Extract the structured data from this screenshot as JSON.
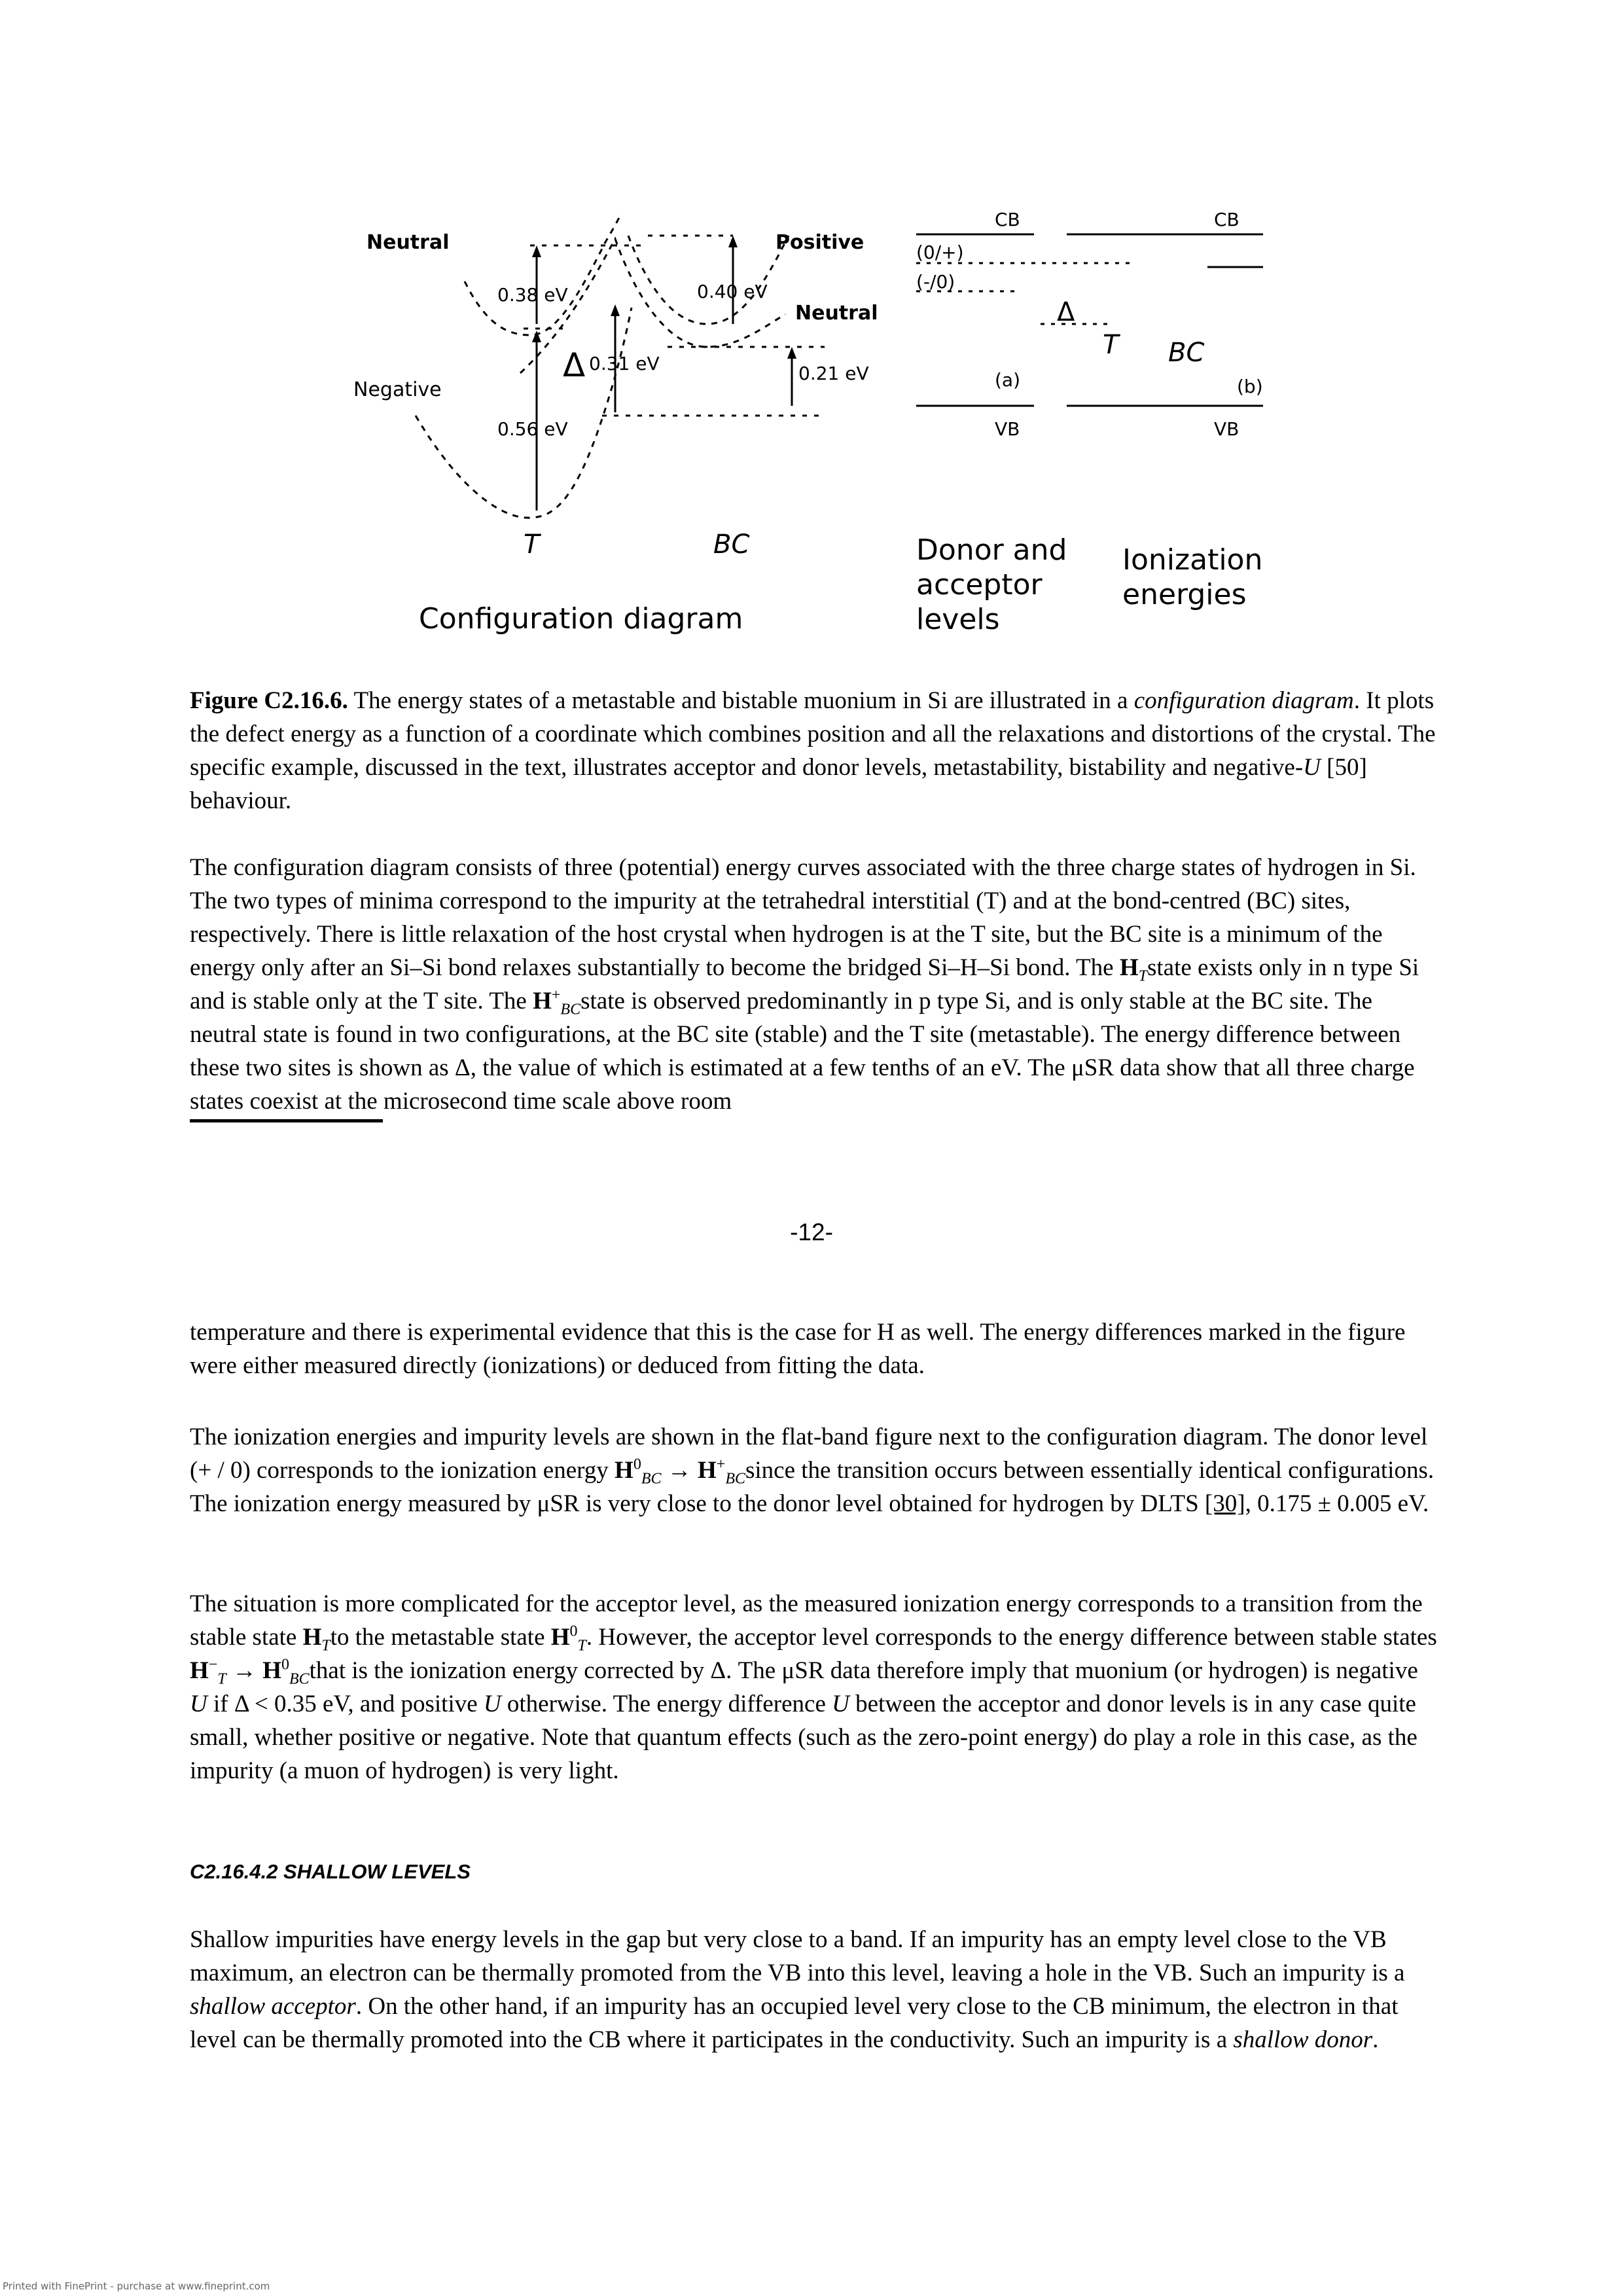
{
  "figure": {
    "config": {
      "neutral_left": "Neutral",
      "negative": "Negative",
      "positive": "Positive",
      "neutral_right": "Neutral",
      "e_038": "0.38 eV",
      "e_040": "0.40 eV",
      "e_031": "0.31 eV",
      "e_021": "0.21 eV",
      "e_056": "0.56 eV",
      "delta": "Δ",
      "site_T": "T",
      "site_BC": "BC",
      "title": "Configuration diagram"
    },
    "levels": {
      "cb_a": "CB",
      "cb_b": "CB",
      "vb_a": "VB",
      "vb_b": "VB",
      "donor": "(0/+)",
      "acceptor": "(-/0)",
      "delta": "Δ",
      "label_a": "(a)",
      "label_b": "(b)",
      "site_T": "T",
      "site_BC": "BC",
      "title_left_1": "Donor and",
      "title_left_2": "acceptor",
      "title_left_3": "levels",
      "title_right_1": "Ionization",
      "title_right_2": "energies"
    }
  },
  "caption": {
    "label": "Figure C2.16.6.",
    "t1": " The energy states of a metastable and bistable muonium in Si are illustrated in a ",
    "t1_italic": "configuration diagram",
    "t2": ". It plots the defect energy as a function of a coordinate which combines position and all the relaxations and distortions of the crystal. The specific example, discussed in the text, illustrates acceptor and donor levels, metastability, bistability and negative-",
    "t2_italic": "U",
    "t3": " [50] behaviour."
  },
  "para1": {
    "t1": "The configuration diagram consists of three (potential) energy curves associated with the three charge states of hydrogen in Si. The two types of minima correspond to the impurity at the tetrahedral interstitial (T) and at the bond-centred (BC) sites, respectively. There is little relaxation of the host crystal when hydrogen is at the T site, but the BC site is a minimum of the energy only after an Si–Si bond relaxes substantially to become the bridged Si–H–Si bond. The ",
    "h_T": "H",
    "h_T_sub": "T",
    "t2": "state exists only in n type Si and is stable only at the T site. The ",
    "h_BC": "H",
    "h_BC_sup": "+",
    "h_BC_sub": "BC",
    "t3": "state is observed predominantly in p type Si, and is only stable at the BC site. The neutral state is found in two configurations, at the BC site (stable) and the T site (metastable). The energy difference between these two sites is shown as Δ, the value of which is estimated at a few tenths of an eV. The μSR data show that all three charge states coexist at the microsecond time scale above room"
  },
  "page_number": "-12-",
  "para2": "temperature and there is experimental evidence that this is the case for H as well. The energy differences marked in the figure were either measured directly (ionizations) or deduced from fitting the data.",
  "para3": {
    "t1": "The ionization energies and impurity levels are shown in the flat-band figure next to the configuration diagram. The donor level (+ / 0) corresponds to the ionization energy ",
    "h1": "H",
    "h1_sup": "0",
    "h1_sub": "BC",
    "arrow": " → ",
    "h2": "H",
    "h2_sup": "+",
    "h2_sub": "BC",
    "t2": "since the transition occurs between essentially identical configurations. The ionization energy measured by μSR is very close to the donor level obtained for hydrogen by DLTS ",
    "ref": "[30]",
    "t3": ", 0.175 ± 0.005 eV."
  },
  "para4": {
    "t1": "The situation is more complicated for the acceptor level, as the measured ionization energy corresponds to a transition from the stable state ",
    "h1": "H",
    "h1_sub": "T",
    "t2": "to the metastable state ",
    "h2": "H",
    "h2_sup": "0",
    "h2_sub": "T",
    "t3": ". However, the acceptor level corresponds to the energy difference between stable states ",
    "h3": "H",
    "h3_sup": "−",
    "h3_sub": "T",
    "arrow": " → ",
    "h4": "H",
    "h4_sup": "0",
    "h4_sub": "BC",
    "t4": "that is the ionization energy corrected by Δ. The μSR data therefore imply that muonium (or hydrogen) is negative ",
    "u1": "U",
    "t5": " if Δ < 0.35 eV, and positive ",
    "u2": "U",
    "t6": " otherwise. The energy difference ",
    "u3": "U",
    "t7": " between the acceptor and donor levels is in any case quite small, whether positive or negative. Note that quantum effects (such as the zero-point energy) do play a role in this case, as the impurity (a muon of hydrogen) is very light."
  },
  "section_heading": "C2.16.4.2 SHALLOW LEVELS",
  "para5": {
    "t1": "Shallow impurities have energy levels in the gap but very close to a band. If an impurity has an empty level close to the VB maximum, an electron can be thermally promoted from the VB into this level, leaving a hole in the VB. Such an impurity is a ",
    "i1": "shallow acceptor",
    "t2": ". On the other hand, if an impurity has an occupied level very close to the CB minimum, the electron in that level can be thermally promoted into the CB where it participates in the conductivity. Such an impurity is a ",
    "i2": "shallow donor",
    "t3": "."
  },
  "printer_note": "Printed with FinePrint - purchase at www.fineprint.com"
}
